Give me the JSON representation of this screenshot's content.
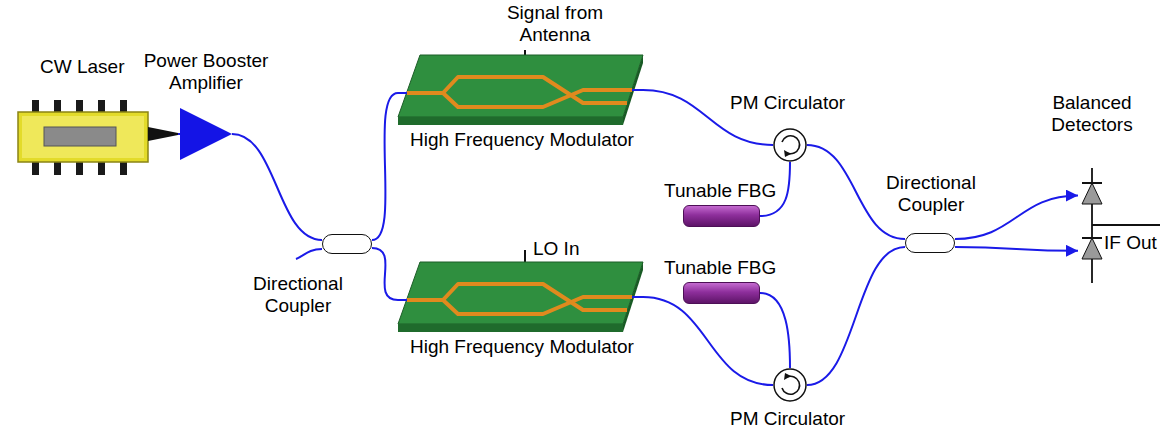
{
  "diagram": {
    "nodes": [
      {
        "text": [
          "CW Laser"
        ]
      },
      {
        "text": [
          "Power Booster Amplifier"
        ]
      },
      {
        "text": [
          "Directional Coupler"
        ]
      },
      {
        "text": [
          "High Frequency Modulator"
        ]
      },
      {
        "text": [
          "High Frequency Modulator"
        ]
      },
      {
        "text": [
          "PM Circulator"
        ]
      },
      {
        "text": [
          "Tunable FBG"
        ]
      },
      {
        "text": [
          "Tunable FBG"
        ]
      },
      {
        "text": [
          "PM Circulator"
        ]
      },
      {
        "text": [
          "Directional Coupler"
        ]
      },
      {
        "text": [
          "Balanced Detectors"
        ]
      }
    ],
    "edges": [
      {
        "from": 0,
        "to": 1,
        "arrow": "none"
      },
      {
        "from": 1,
        "to": 2,
        "arrow": "none"
      },
      {
        "from": 2,
        "to": 3,
        "arrow": "none"
      },
      {
        "from": 2,
        "to": 4,
        "arrow": "none"
      },
      {
        "from": 3,
        "to": 5,
        "arrow": "none"
      },
      {
        "from": 5,
        "to": 6,
        "arrow": "none"
      },
      {
        "from": 4,
        "to": 8,
        "arrow": "none"
      },
      {
        "from": 8,
        "to": 7,
        "arrow": "none"
      },
      {
        "from": 5,
        "to": 9,
        "arrow": "none"
      },
      {
        "from": 8,
        "to": 9,
        "arrow": "none"
      },
      {
        "from": 9,
        "to": 10,
        "arrow": "to"
      },
      {
        "from": 9,
        "to": 10,
        "arrow": "to"
      }
    ],
    "labels": [
      "Signal from Antenna",
      "LO In",
      "IF Out"
    ]
  }
}
